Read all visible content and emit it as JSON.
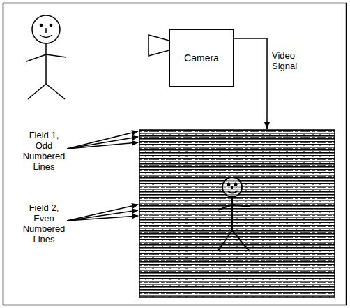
{
  "diagram": {
    "nodes": [
      {
        "text": [
          "Camera"
        ]
      }
    ],
    "labels": [
      "Video Signal",
      "Field 1, Odd Numbered Lines",
      "Field 2, Even Numbered Lines"
    ]
  }
}
